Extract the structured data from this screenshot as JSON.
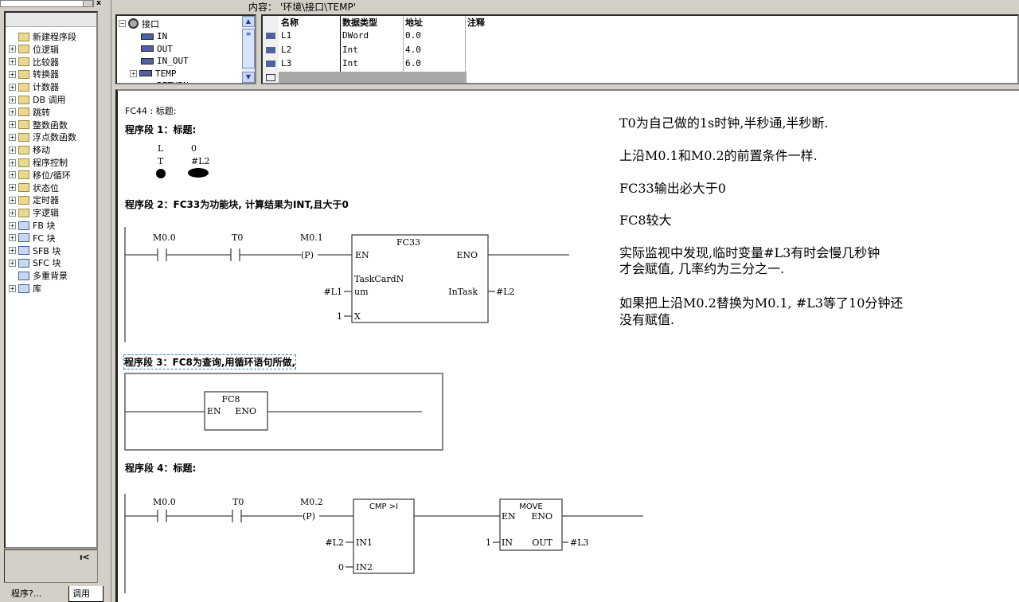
{
  "left_panel": {
    "tree_items": [
      {
        "label": "新建程序段",
        "expandable": false
      },
      {
        "label": "位逻辑",
        "expandable": true
      },
      {
        "label": "比较器",
        "expandable": true
      },
      {
        "label": "转换器",
        "expandable": true
      },
      {
        "label": "计数器",
        "expandable": true
      },
      {
        "label": "DB 调用",
        "expandable": true
      },
      {
        "label": "跳转",
        "expandable": true
      },
      {
        "label": "整数函数",
        "expandable": true
      },
      {
        "label": "浮点数函数",
        "expandable": true
      },
      {
        "label": "移动",
        "expandable": true
      },
      {
        "label": "程序控制",
        "expandable": true
      },
      {
        "label": "移位/循环",
        "expandable": true
      },
      {
        "label": "状态位",
        "expandable": true
      },
      {
        "label": "定时器",
        "expandable": true
      },
      {
        "label": "字逻辑",
        "expandable": true
      },
      {
        "label": "FB 块",
        "expandable": true
      },
      {
        "label": "FC 块",
        "expandable": true
      },
      {
        "label": "SFB 块",
        "expandable": true
      },
      {
        "label": "SFC 块",
        "expandable": true
      },
      {
        "label": "多重背景",
        "expandable": false
      },
      {
        "label": "库",
        "expandable": true
      }
    ],
    "close_label": "x",
    "bottom_button": "ᵼ<",
    "tabs": [
      {
        "label": "程序?..."
      },
      {
        "label": "调用"
      }
    ]
  },
  "content_label": "内容：  '环境\\接口\\TEMP'",
  "interface_tree": {
    "root": "接口",
    "items": [
      "IN",
      "OUT",
      "IN_OUT",
      "TEMP",
      "RETURN"
    ]
  },
  "var_table": {
    "columns": [
      "名称",
      "数据类型",
      "地址",
      "注释"
    ],
    "rows": [
      [
        "L1",
        "DWord",
        "0.0",
        ""
      ],
      [
        "L2",
        "Int",
        "4.0",
        ""
      ],
      [
        "L3",
        "Int",
        "6.0",
        ""
      ]
    ]
  },
  "editor": {
    "block_title": "FC44 : 标题:",
    "networks": [
      {
        "header": "程序段 1：标题:",
        "stl": [
          [
            "L",
            "0"
          ],
          [
            "T",
            "#L2"
          ]
        ]
      },
      {
        "header": "程序段 2：FC33为功能块, 计算结果为INT,且大于0",
        "contacts": [
          "M0.0",
          "T0"
        ],
        "edge": "M0.1",
        "edge_coil": "(P)",
        "block": {
          "name": "FC33",
          "en": "EN",
          "eno": "ENO",
          "in1_name": "TaskCardN",
          "in1_name2": "um",
          "in1_value": "#L1",
          "in2_name": "X",
          "in2_value": "1",
          "out_name": "InTask",
          "out_value": "#L2"
        }
      },
      {
        "header": "程序段 3：FC8为查询,用循环语句所做,",
        "block": {
          "name": "FC8",
          "en": "EN",
          "eno": "ENO"
        }
      },
      {
        "header": "程序段 4：标题:",
        "contacts": [
          "M0.0",
          "T0"
        ],
        "edge": "M0.2",
        "edge_coil": "(P)",
        "cmp": {
          "name": "CMP >I",
          "in1": "IN1",
          "in1_value": "#L2",
          "in2": "IN2",
          "in2_value": "0"
        },
        "move": {
          "name": "MOVE",
          "en": "EN",
          "eno": "ENO",
          "in": "IN",
          "in_value": "1",
          "out": "OUT",
          "out_value": "#L3"
        }
      }
    ]
  },
  "notes": [
    "T0为自己做的1s时钟,半秒通,半秒断.",
    "上沿M0.1和M0.2的前置条件一样.",
    "FC33输出必大于0",
    "FC8较大",
    "实际监视中发现,临时变量#L3有时会慢几秒钟",
    "才会赋值, 几率约为三分之一.",
    "如果把上沿M0.2替换为M0.1, #L3等了10分钟还",
    "没有赋值."
  ]
}
